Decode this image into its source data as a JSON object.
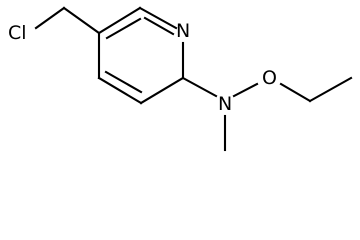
{
  "molecule": {
    "atoms": {
      "cl": "Cl",
      "n_ring": "N",
      "n_amine": "N",
      "o": "O"
    }
  }
}
